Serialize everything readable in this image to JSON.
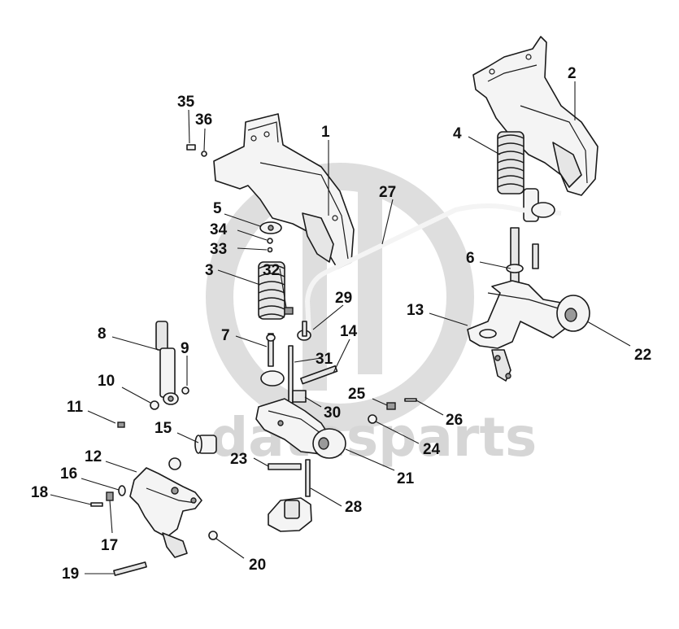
{
  "watermark": {
    "text": "datasparts",
    "color": "#d6d6d6"
  },
  "callouts": [
    {
      "id": "1",
      "label": "1"
    },
    {
      "id": "2",
      "label": "2"
    },
    {
      "id": "3",
      "label": "3"
    },
    {
      "id": "4",
      "label": "4"
    },
    {
      "id": "5",
      "label": "5"
    },
    {
      "id": "6",
      "label": "6"
    },
    {
      "id": "7",
      "label": "7"
    },
    {
      "id": "8",
      "label": "8"
    },
    {
      "id": "9",
      "label": "9"
    },
    {
      "id": "10",
      "label": "10"
    },
    {
      "id": "11",
      "label": "11"
    },
    {
      "id": "12",
      "label": "12"
    },
    {
      "id": "13",
      "label": "13"
    },
    {
      "id": "14",
      "label": "14"
    },
    {
      "id": "15",
      "label": "15"
    },
    {
      "id": "16",
      "label": "16"
    },
    {
      "id": "17",
      "label": "17"
    },
    {
      "id": "18",
      "label": "18"
    },
    {
      "id": "19",
      "label": "19"
    },
    {
      "id": "20",
      "label": "20"
    },
    {
      "id": "21",
      "label": "21"
    },
    {
      "id": "22",
      "label": "22"
    },
    {
      "id": "23",
      "label": "23"
    },
    {
      "id": "24",
      "label": "24"
    },
    {
      "id": "25",
      "label": "25"
    },
    {
      "id": "26",
      "label": "26"
    },
    {
      "id": "27",
      "label": "27"
    },
    {
      "id": "28",
      "label": "28"
    },
    {
      "id": "29",
      "label": "29"
    },
    {
      "id": "30",
      "label": "30"
    },
    {
      "id": "31",
      "label": "31"
    },
    {
      "id": "32",
      "label": "32"
    },
    {
      "id": "33",
      "label": "33"
    },
    {
      "id": "34",
      "label": "34"
    },
    {
      "id": "35",
      "label": "35"
    },
    {
      "id": "36",
      "label": "36"
    }
  ]
}
